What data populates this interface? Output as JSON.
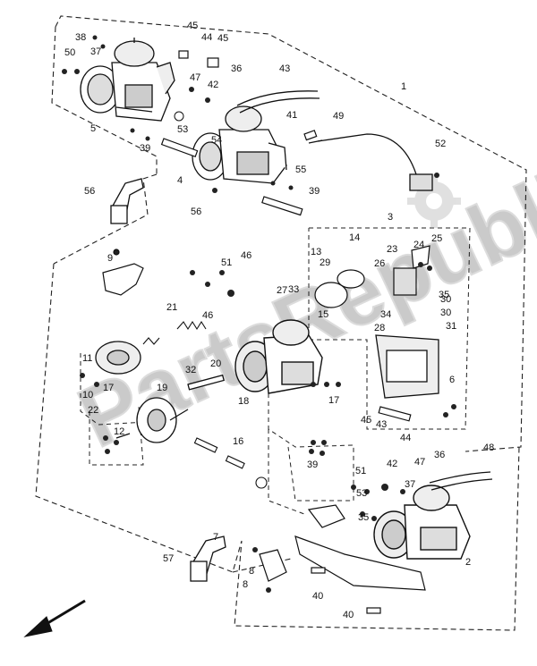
{
  "diagram": {
    "watermark": "PartsRepublik",
    "part_labels": [
      "1",
      "2",
      "3",
      "4",
      "5",
      "6",
      "7",
      "8",
      "9",
      "10",
      "11",
      "12",
      "13",
      "14",
      "15",
      "16",
      "17",
      "18",
      "19",
      "20",
      "21",
      "22",
      "23",
      "24",
      "25",
      "26",
      "27",
      "28",
      "29",
      "30",
      "31",
      "32",
      "33",
      "34",
      "35",
      "36",
      "37",
      "38",
      "39",
      "40",
      "41",
      "42",
      "43",
      "44",
      "45",
      "46",
      "47",
      "48",
      "49",
      "50",
      "51",
      "52",
      "53",
      "54",
      "55",
      "56",
      "57"
    ]
  }
}
